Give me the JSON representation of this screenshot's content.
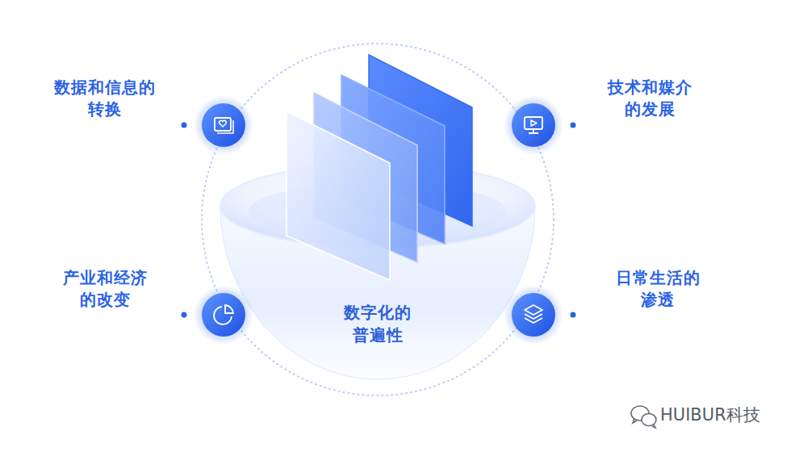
{
  "diagram": {
    "nodes": [
      {
        "text": [
          "数字化的 普遍性"
        ]
      }
    ],
    "labels": [
      "数据和信息的 转换",
      "技术和媒介 的发展",
      "产业和经济 的改变",
      "日常生活的 渗透",
      "HUIBUR科技"
    ]
  }
}
